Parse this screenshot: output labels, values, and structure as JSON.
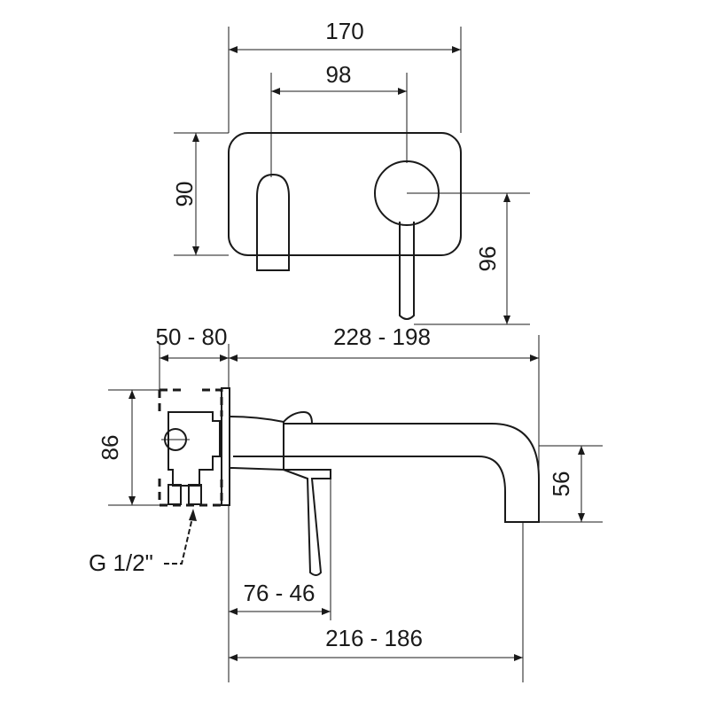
{
  "dimensions": {
    "plate_width": "170",
    "spout_to_handle": "98",
    "plate_height": "90",
    "handle_height": "96",
    "body_depth": "50 - 80",
    "spout_projection": "228 - 198",
    "body_height": "86",
    "spout_height": "56",
    "lever_depth": "76 - 46",
    "outlet_projection": "216 - 186"
  },
  "labels": {
    "thread": "G 1/2\""
  },
  "colors": {
    "line": "#1a1a1a",
    "background": "#ffffff"
  }
}
